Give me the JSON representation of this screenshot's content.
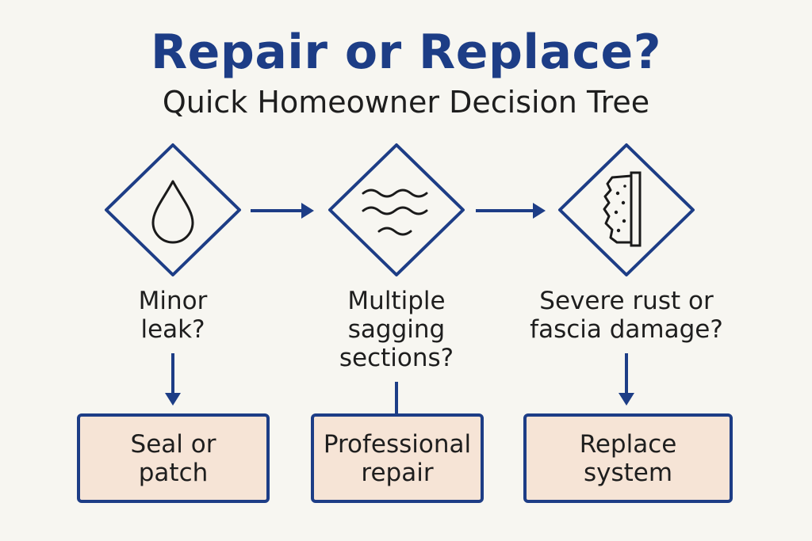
{
  "header": {
    "title": "Repair or Replace?",
    "subtitle": "Quick Homeowner Decision Tree"
  },
  "colors": {
    "accent": "#1d3d86",
    "outcome_fill": "#f6e4d6",
    "background": "#f7f6f1"
  },
  "questions": [
    {
      "icon": "water-drop-icon",
      "lines": [
        "Minor",
        "leak?"
      ]
    },
    {
      "icon": "wavy-lines-icon",
      "lines": [
        "Multiple",
        "sagging",
        "sections?"
      ]
    },
    {
      "icon": "rusted-fascia-icon",
      "lines": [
        "Severe rust or",
        "fascia damage?"
      ]
    }
  ],
  "outcomes": [
    {
      "lines": [
        "Seal or",
        "patch"
      ]
    },
    {
      "lines": [
        "Professional",
        "repair"
      ]
    },
    {
      "lines": [
        "Replace",
        "system"
      ]
    }
  ]
}
